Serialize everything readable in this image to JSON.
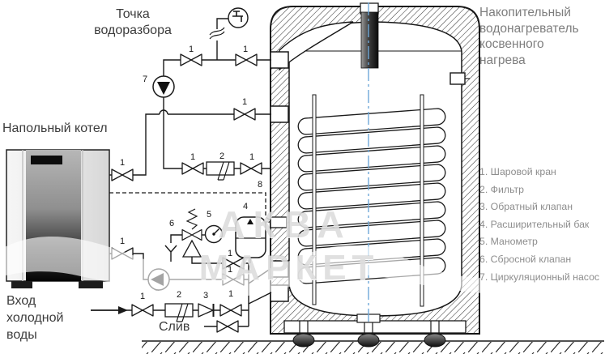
{
  "labels": {
    "tap_point": [
      "Точка",
      "водоразбора"
    ],
    "boiler": "Напольный котел",
    "cold_inlet": [
      "Вход",
      "холодной",
      "воды"
    ],
    "drain": "Слив"
  },
  "title": {
    "lines": [
      "Накопительный",
      "водонагреватель",
      "косвенного",
      "нагрева"
    ]
  },
  "legend": {
    "items": [
      "1. Шаровой кран",
      "2. Фильтр",
      "3. Обратный клапан",
      "4. Расширительный бак",
      "5. Манометр",
      "6. Сбросной клапан",
      "7. Циркуляционный насос"
    ]
  },
  "callouts": [
    "1",
    "1",
    "7",
    "1",
    "1",
    "1",
    "2",
    "1",
    "1",
    "8",
    "6",
    "5",
    "4",
    "1",
    "1",
    "1",
    "2",
    "3",
    "1"
  ],
  "watermark": {
    "line1": "АКВА",
    "line2": "МАРКЕТ"
  },
  "colors": {
    "line": "#1a1a1a",
    "text": "#3c3c3c",
    "muted": "#8d8d8d",
    "centerline": "#6fa8d8"
  }
}
